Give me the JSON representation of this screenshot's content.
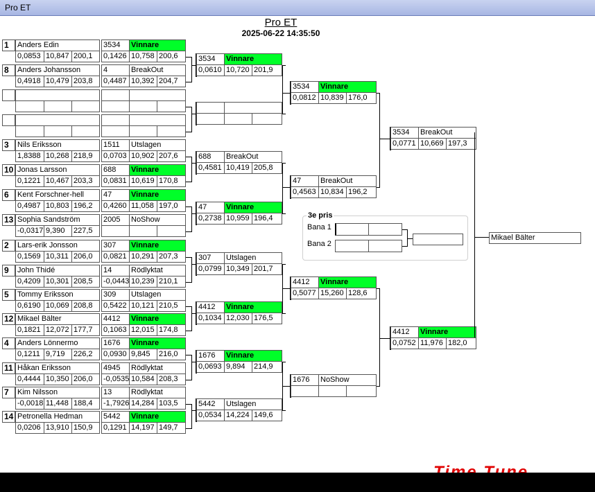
{
  "window": {
    "title": "Pro ET"
  },
  "header": {
    "title": "Pro ET",
    "datetime": "2025-06-22 14:35:50"
  },
  "round1": [
    {
      "seed": "1",
      "name": "Anders Edin",
      "rt": "0,0853",
      "et": "10,847",
      "speed": "200,1",
      "id": "3534",
      "status": "Vinnare",
      "rt2": "0,1426",
      "et2": "10,758",
      "speed2": "200,6",
      "win": true
    },
    {
      "seed": "8",
      "name": "Anders Johansson",
      "rt": "0,4918",
      "et": "10,479",
      "speed": "203,8",
      "id": "4",
      "status": "BreakOut",
      "rt2": "0,4487",
      "et2": "10,392",
      "speed2": "204,7",
      "win": false
    },
    {
      "seed": "",
      "name": "",
      "rt": "",
      "et": "",
      "speed": "",
      "id": "",
      "status": "",
      "rt2": "",
      "et2": "",
      "speed2": "",
      "win": false
    },
    {
      "seed": "",
      "name": "",
      "rt": "",
      "et": "",
      "speed": "",
      "id": "",
      "status": "",
      "rt2": "",
      "et2": "",
      "speed2": "",
      "win": false
    },
    {
      "seed": "3",
      "name": "Nils Eriksson",
      "rt": "1,8388",
      "et": "10,268",
      "speed": "218,9",
      "id": "1511",
      "status": "Utslagen",
      "rt2": "0,0703",
      "et2": "10,902",
      "speed2": "207,6",
      "win": false
    },
    {
      "seed": "10",
      "name": "Jonas Larsson",
      "rt": "0,1221",
      "et": "10,467",
      "speed": "203,3",
      "id": "688",
      "status": "Vinnare",
      "rt2": "0,0831",
      "et2": "10,619",
      "speed2": "170,8",
      "win": true
    },
    {
      "seed": "6",
      "name": "Kent Forschner-hell",
      "rt": "0,4987",
      "et": "10,803",
      "speed": "196,2",
      "id": "47",
      "status": "Vinnare",
      "rt2": "0,4260",
      "et2": "11,058",
      "speed2": "197,0",
      "win": true
    },
    {
      "seed": "13",
      "name": "Sophia Sandström",
      "rt": "-0,0317",
      "et": "9,390",
      "speed": "227,5",
      "id": "2005",
      "status": "NoShow",
      "rt2": "",
      "et2": "",
      "speed2": "",
      "win": false
    },
    {
      "seed": "2",
      "name": "Lars-erik Jonsson",
      "rt": "0,1569",
      "et": "10,311",
      "speed": "206,0",
      "id": "307",
      "status": "Vinnare",
      "rt2": "0,0821",
      "et2": "10,291",
      "speed2": "207,3",
      "win": true
    },
    {
      "seed": "9",
      "name": "John Thidé",
      "rt": "0,4209",
      "et": "10,301",
      "speed": "208,5",
      "id": "14",
      "status": "Rödlyktat",
      "rt2": "-0,0443",
      "et2": "10,239",
      "speed2": "210,1",
      "win": false
    },
    {
      "seed": "5",
      "name": "Tommy Eriksson",
      "rt": "0,6190",
      "et": "10,069",
      "speed": "208,8",
      "id": "309",
      "status": "Utslagen",
      "rt2": "0,5422",
      "et2": "10,121",
      "speed2": "210,5",
      "win": false
    },
    {
      "seed": "12",
      "name": "Mikael Bälter",
      "rt": "0,1821",
      "et": "12,072",
      "speed": "177,7",
      "id": "4412",
      "status": "Vinnare",
      "rt2": "0,1063",
      "et2": "12,015",
      "speed2": "174,8",
      "win": true
    },
    {
      "seed": "4",
      "name": "Anders Lönnermo",
      "rt": "0,1211",
      "et": "9,719",
      "speed": "226,2",
      "id": "1676",
      "status": "Vinnare",
      "rt2": "0,0930",
      "et2": "9,845",
      "speed2": "216,0",
      "win": true
    },
    {
      "seed": "11",
      "name": "Håkan Eriksson",
      "rt": "0,4444",
      "et": "10,350",
      "speed": "206,0",
      "id": "4945",
      "status": "Rödlyktat",
      "rt2": "-0,0535",
      "et2": "10,584",
      "speed2": "208,3",
      "win": false
    },
    {
      "seed": "7",
      "name": "Kim Nilsson",
      "rt": "-0,0018",
      "et": "11,448",
      "speed": "188,4",
      "id": "13",
      "status": "Rödlyktat",
      "rt2": "-1,7926",
      "et2": "14,284",
      "speed2": "103,5",
      "win": false
    },
    {
      "seed": "14",
      "name": "Petronella Hedman",
      "rt": "0,0206",
      "et": "13,910",
      "speed": "150,9",
      "id": "5442",
      "status": "Vinnare",
      "rt2": "0,1291",
      "et2": "14,197",
      "speed2": "149,7",
      "win": true
    }
  ],
  "round2": [
    {
      "id": "3534",
      "status": "Vinnare",
      "rt": "0,0610",
      "et": "10,720",
      "speed": "201,9",
      "win": true
    },
    {
      "id": "",
      "status": "",
      "rt": "",
      "et": "",
      "speed": "",
      "win": false
    },
    {
      "id": "688",
      "status": "BreakOut",
      "rt": "0,4581",
      "et": "10,419",
      "speed": "205,8",
      "win": false
    },
    {
      "id": "47",
      "status": "Vinnare",
      "rt": "0,2738",
      "et": "10,959",
      "speed": "196,4",
      "win": true
    },
    {
      "id": "307",
      "status": "Utslagen",
      "rt": "0,0799",
      "et": "10,349",
      "speed": "201,7",
      "win": false
    },
    {
      "id": "4412",
      "status": "Vinnare",
      "rt": "0,1034",
      "et": "12,030",
      "speed": "176,5",
      "win": true
    },
    {
      "id": "1676",
      "status": "Vinnare",
      "rt": "0,0693",
      "et": "9,894",
      "speed": "214,9",
      "win": true
    },
    {
      "id": "5442",
      "status": "Utslagen",
      "rt": "0,0534",
      "et": "14,224",
      "speed": "149,6",
      "win": false
    }
  ],
  "round3": [
    {
      "id": "3534",
      "status": "Vinnare",
      "rt": "0,0812",
      "et": "10,839",
      "speed": "176,0",
      "win": true
    },
    {
      "id": "47",
      "status": "BreakOut",
      "rt": "0,4563",
      "et": "10,834",
      "speed": "196,2",
      "win": false
    },
    {
      "id": "4412",
      "status": "Vinnare",
      "rt": "0,5077",
      "et": "15,260",
      "speed": "128,6",
      "win": true
    },
    {
      "id": "1676",
      "status": "NoShow",
      "rt": "",
      "et": "",
      "speed": "",
      "win": false
    }
  ],
  "round4": [
    {
      "id": "3534",
      "status": "BreakOut",
      "rt": "0,0771",
      "et": "10,669",
      "speed": "197,3",
      "win": false
    },
    {
      "id": "4412",
      "status": "Vinnare",
      "rt": "0,0752",
      "et": "11,976",
      "speed": "182,0",
      "win": true
    }
  ],
  "final": {
    "winner": "Mikael Bälter"
  },
  "third_place": {
    "title": "3e pris",
    "lane1_label": "Bana 1",
    "lane2_label": "Bana 2",
    "lane1_value": "",
    "lane2_value": "",
    "result": ""
  },
  "logo": {
    "text": "Time Tune"
  }
}
